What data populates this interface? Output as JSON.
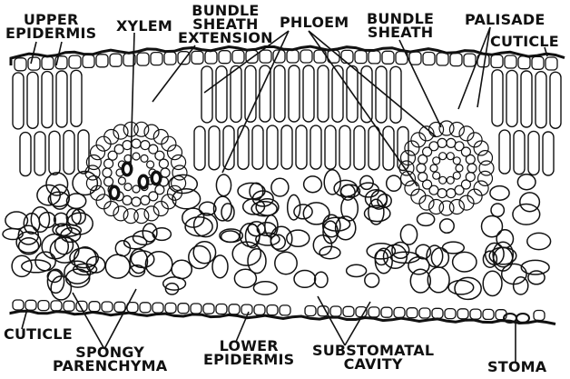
{
  "labels": {
    "upper_epidermis": [
      "UPPER",
      "EPIDERMIS"
    ],
    "xylem": "XYLEM",
    "bundle_sheath_extension": [
      "BUNDLE",
      "SHEATH",
      "EXTENSION"
    ],
    "phloem": "PHLOEM",
    "bundle_sheath": [
      "BUNDLE",
      "SHEATH"
    ],
    "palisade": "PALISADE",
    "cuticle_top": "CUTICLE",
    "cuticle_bottom": "CUTICLE",
    "spongy_parenchyma": [
      "SPONGY",
      "PARENCHYMA"
    ],
    "lower_epidermis": [
      "LOWER",
      "EPIDERMIS"
    ],
    "substomatal_cavity": [
      "SUBSTOMATAL",
      "CAVITY"
    ],
    "stoma": "STOMA"
  },
  "colors": {
    "ink": "#111111",
    "paper": "#ffffff"
  }
}
